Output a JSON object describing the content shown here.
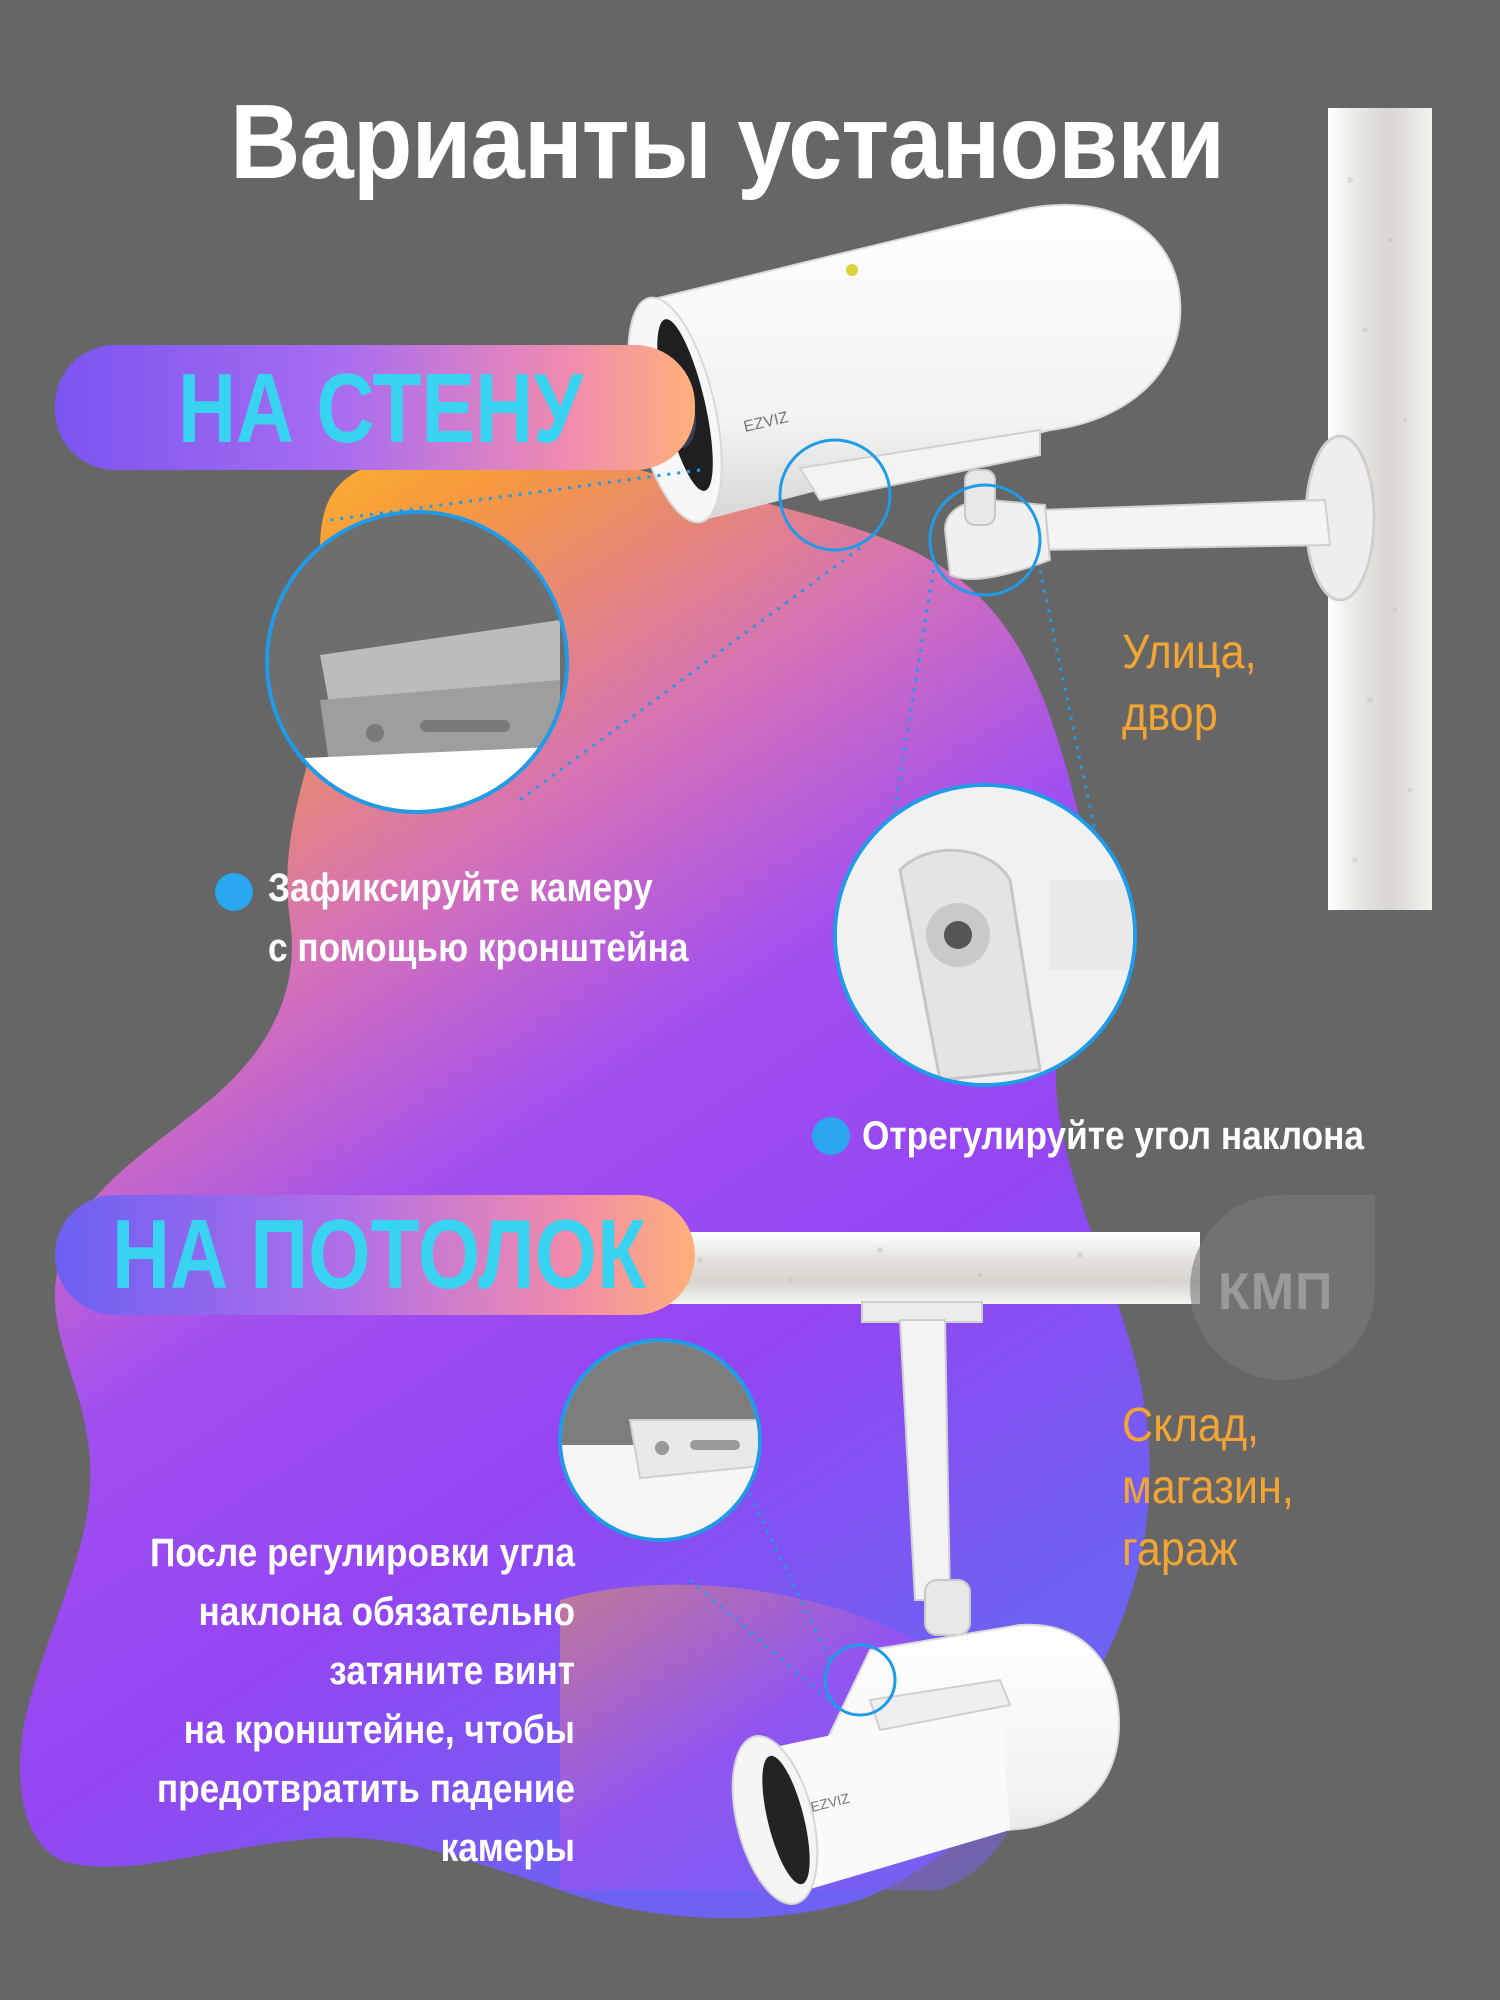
{
  "title": "Варианты установки",
  "sections": {
    "wall": {
      "label": "НА СТЕНУ",
      "place_lines": [
        "Улица,",
        "двор"
      ],
      "tips": [
        {
          "lines": [
            "Зафиксируйте камеру",
            "с помощью кронштейна"
          ]
        },
        {
          "lines": [
            "Отрегулируйте угол наклона"
          ]
        }
      ]
    },
    "ceiling": {
      "label": "НА ПОТОЛОК",
      "place_lines": [
        "Склад,",
        "магазин,",
        "гараж"
      ],
      "note_lines": [
        "После регулировки угла",
        "наклона обязательно",
        "затяните винт",
        "на кронштейне, чтобы",
        "предотвратить падение",
        "камеры"
      ]
    }
  },
  "brand": "EZVIZ",
  "watermark": "КМП",
  "colors": {
    "background": "#666666",
    "label_cyan": "#39d3f2",
    "place_orange": "#f3a534",
    "bullet_blue": "#2aa7ee",
    "callout_blue": "#1f9be8"
  },
  "icons": [
    "bullet-dot-icon",
    "magnifier-circle-icon",
    "watermark-logo-icon"
  ]
}
